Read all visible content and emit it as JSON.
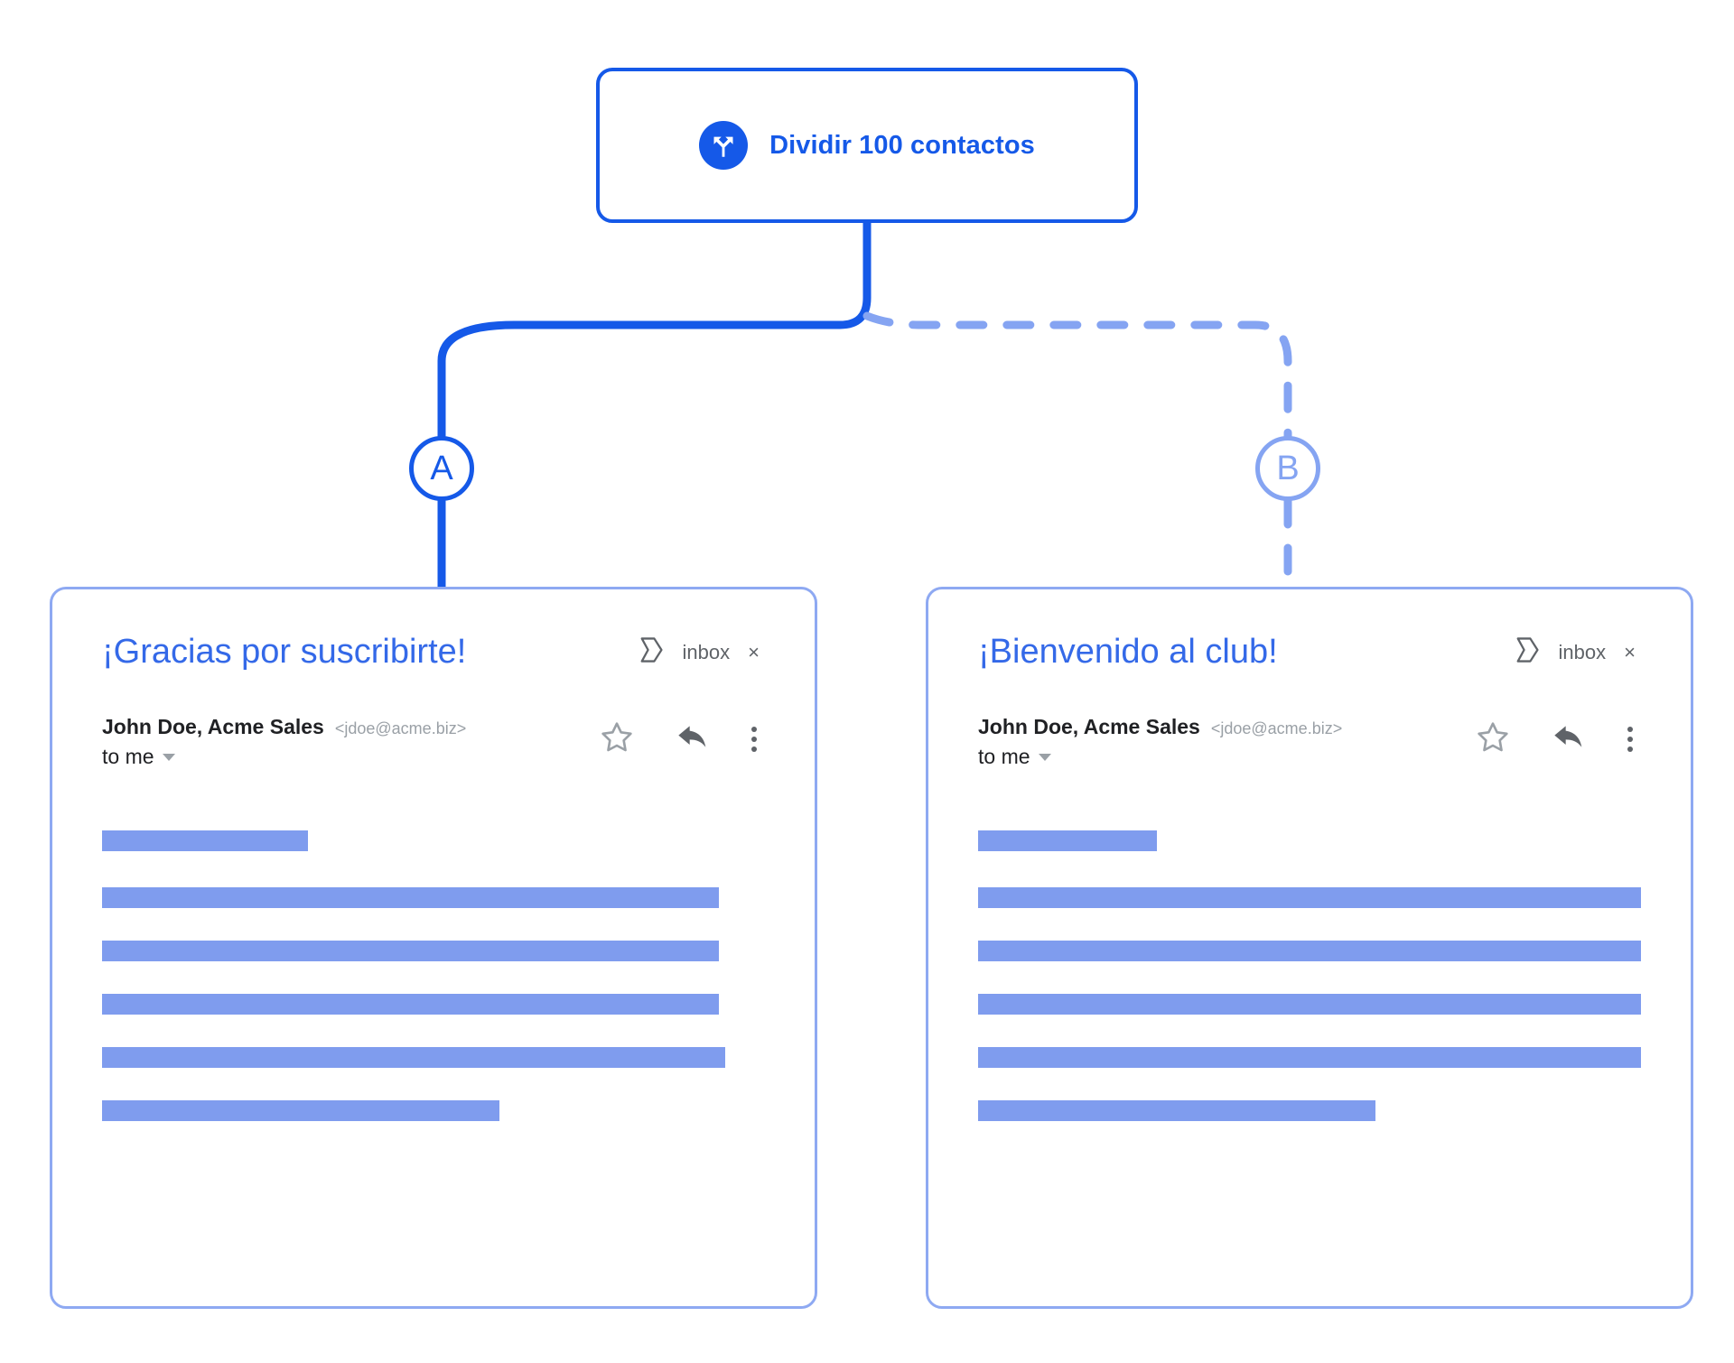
{
  "canvas": {
    "background": "#ffffff",
    "accent_primary": "#1559e8",
    "accent_secondary": "#85a4f2",
    "card_border": "#8ea9f2",
    "bar_color": "#7f9cee",
    "subject_color": "#3469e8"
  },
  "split_node": {
    "icon": "split-branch-icon",
    "label": "Dividir 100 contactos",
    "contacts_count": "100"
  },
  "branches": [
    {
      "id": "a",
      "label": "A",
      "style": "solid",
      "color": "#1559e8"
    },
    {
      "id": "b",
      "label": "B",
      "style": "dashed",
      "color": "#85a4f2"
    }
  ],
  "cards": [
    {
      "branch": "A",
      "subject": "¡Gracias por suscribirte!",
      "label_icon": "inbox-label-icon",
      "label_text": "inbox",
      "label_close": "×",
      "sender_name": "John Doe, Acme Sales",
      "sender_email": "<jdoe@acme.biz>",
      "recipient": "to me",
      "actions": [
        "star-icon",
        "reply-icon",
        "more-options-icon"
      ],
      "body_bars": [
        {
          "width_pct": 31,
          "gap_below": 40
        },
        {
          "width_pct": 93,
          "gap_below": 36
        },
        {
          "width_pct": 93,
          "gap_below": 36
        },
        {
          "width_pct": 93,
          "gap_below": 36
        },
        {
          "width_pct": 94,
          "gap_below": 36
        },
        {
          "width_pct": 60,
          "gap_below": 0
        }
      ]
    },
    {
      "branch": "B",
      "subject": "¡Bienvenido al club!",
      "label_icon": "inbox-label-icon",
      "label_text": "inbox",
      "label_close": "×",
      "sender_name": "John Doe, Acme Sales",
      "sender_email": "<jdoe@acme.biz>",
      "recipient": "to me",
      "actions": [
        "star-icon",
        "reply-icon",
        "more-options-icon"
      ],
      "body_bars": [
        {
          "width_pct": 27,
          "gap_below": 40
        },
        {
          "width_pct": 100,
          "gap_below": 36
        },
        {
          "width_pct": 100,
          "gap_below": 36
        },
        {
          "width_pct": 100,
          "gap_below": 36
        },
        {
          "width_pct": 100,
          "gap_below": 36
        },
        {
          "width_pct": 60,
          "gap_below": 0
        }
      ]
    }
  ]
}
